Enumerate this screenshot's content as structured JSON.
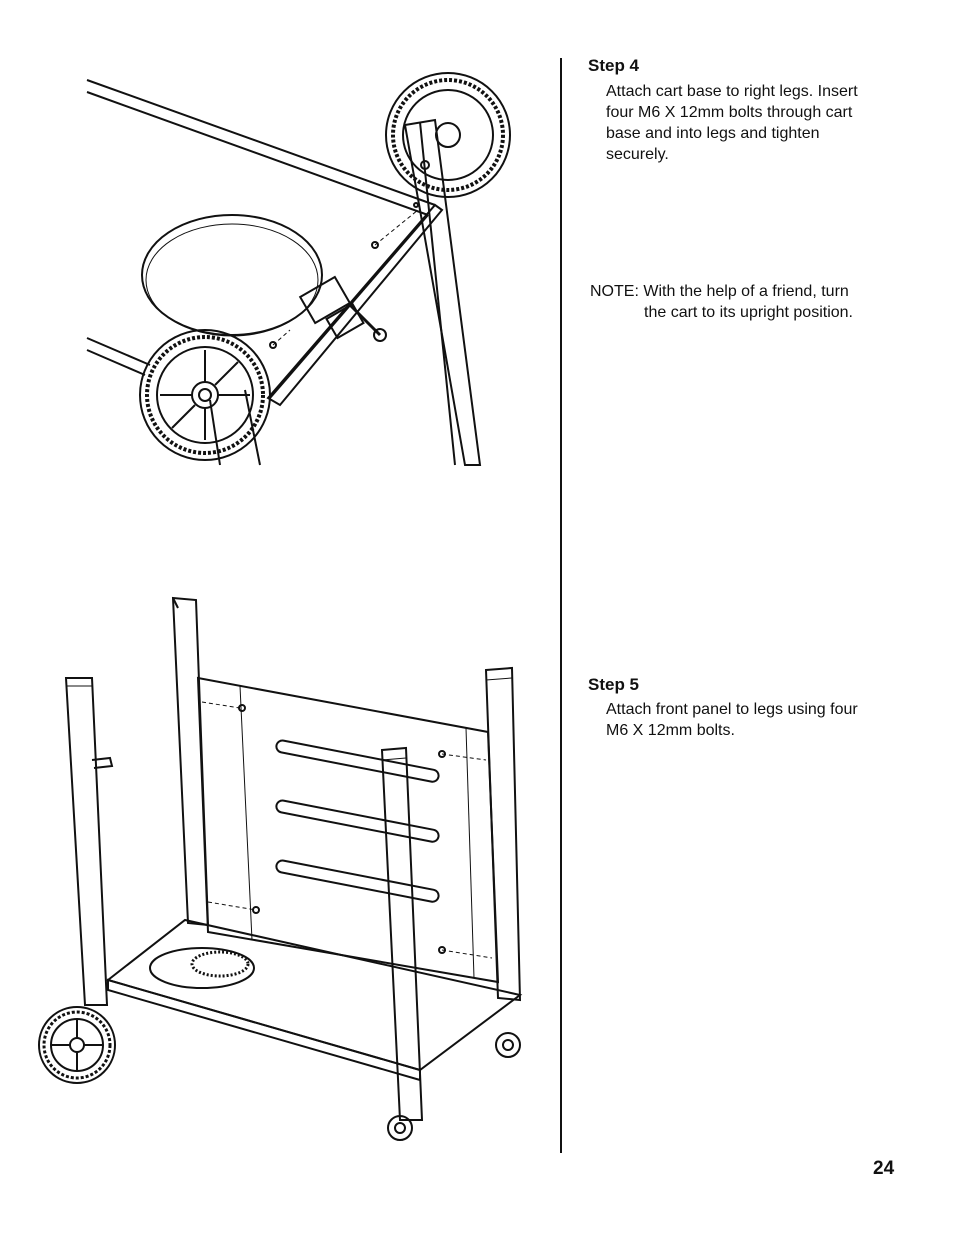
{
  "step4": {
    "title": "Step 4",
    "text": "Attach cart base to right legs. Insert four M6 X 12mm bolts through cart base and into legs and tighten securely."
  },
  "note": {
    "label": "NOTE:",
    "line1": "With the help of a friend, turn",
    "line2": "the cart to its upright position."
  },
  "step5": {
    "title": "Step 5",
    "text": "Attach front panel to legs using four M6 X 12mm bolts."
  },
  "page_number": "24"
}
